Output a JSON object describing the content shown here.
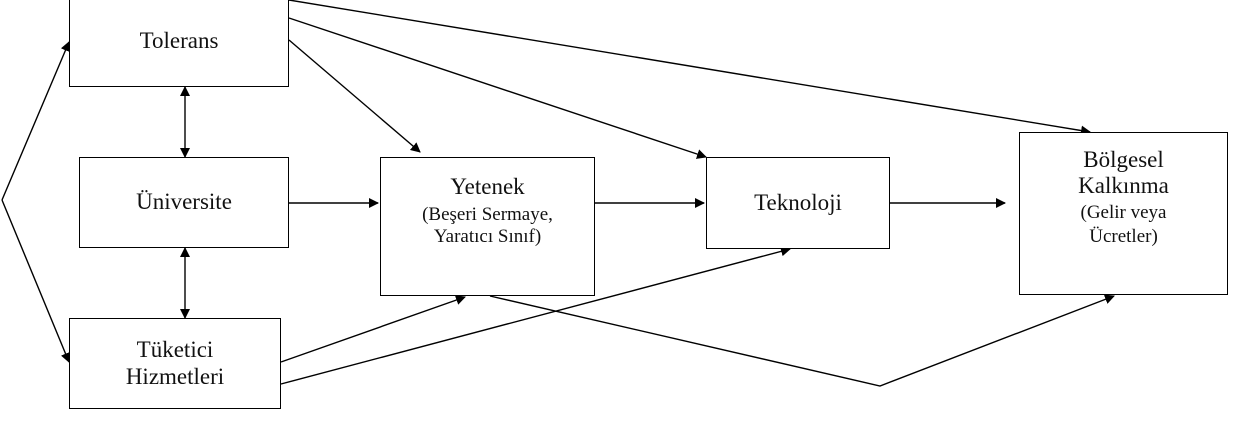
{
  "nodes": {
    "tolerans": {
      "label": "Tolerans"
    },
    "universite": {
      "label": "Üniversite"
    },
    "tuketici": {
      "line1": "Tüketici",
      "line2": "Hizmetleri"
    },
    "yetenek": {
      "title": "Yetenek",
      "line1": "(Beşeri Sermaye,",
      "line2": "Yaratıcı Sınıf)"
    },
    "teknoloji": {
      "label": "Teknoloji"
    },
    "bolgesel": {
      "line1": "Bölgesel",
      "line2": "Kalkınma",
      "line3": "(Gelir veya",
      "line4": "Ücretler)"
    }
  },
  "colors": {
    "stroke": "#000000",
    "text": "#111111",
    "background": "#ffffff"
  }
}
